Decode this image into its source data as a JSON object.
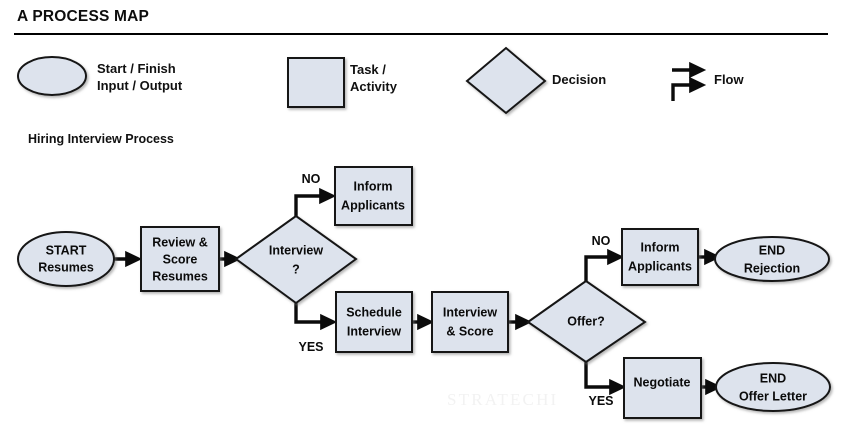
{
  "header": {
    "title": "A PROCESS MAP"
  },
  "legend": {
    "items": [
      {
        "shape": "ellipse-icon",
        "label": "Start / Finish\nInput / Output"
      },
      {
        "shape": "rectangle-icon",
        "label": "Task /\nActivity"
      },
      {
        "shape": "diamond-icon",
        "label": "Decision"
      },
      {
        "shape": "arrow-icon",
        "label": "Flow"
      }
    ]
  },
  "diagram": {
    "subtitle": "Hiring Interview Process",
    "nodes": [
      {
        "id": "start",
        "type": "terminator",
        "label": "START\nResumes",
        "line1": "START",
        "line2": "Resumes"
      },
      {
        "id": "review",
        "type": "process",
        "label": "Review &\nScore\nResumes",
        "line1": "Review &",
        "line2": "Score",
        "line3": "Resumes"
      },
      {
        "id": "interview-q",
        "type": "decision",
        "label": "Interview\n?",
        "line1": "Interview",
        "line2": "?"
      },
      {
        "id": "inform-1",
        "type": "process",
        "label": "Inform\nApplicants",
        "line1": "Inform",
        "line2": "Applicants"
      },
      {
        "id": "schedule",
        "type": "process",
        "label": "Schedule\nInterview",
        "line1": "Schedule",
        "line2": "Interview"
      },
      {
        "id": "interview",
        "type": "process",
        "label": "Interview\n& Score",
        "line1": "Interview",
        "line2": "& Score"
      },
      {
        "id": "offer-q",
        "type": "decision",
        "label": "Offer?",
        "line1": "Offer?",
        "line2": ""
      },
      {
        "id": "inform-2",
        "type": "process",
        "label": "Inform\nApplicants",
        "line1": "Inform",
        "line2": "Applicants"
      },
      {
        "id": "end-reject",
        "type": "terminator",
        "label": "END\nRejection",
        "line1": "END",
        "line2": "Rejection"
      },
      {
        "id": "negotiate",
        "type": "process",
        "label": "Negotiate",
        "line1": "Negotiate",
        "line2": ""
      },
      {
        "id": "end-offer",
        "type": "terminator",
        "label": "END\nOffer Letter",
        "line1": "END",
        "line2": "Offer Letter"
      }
    ],
    "branch_labels": {
      "interview_no": "NO",
      "interview_yes": "YES",
      "offer_no": "NO",
      "offer_yes": "YES"
    }
  },
  "watermark": {
    "text": "STRATECHI"
  },
  "colors": {
    "shape_fill": "#dde3ed",
    "shape_stroke": "#121212",
    "text": "#0b0b0b",
    "rule": "#000000"
  }
}
